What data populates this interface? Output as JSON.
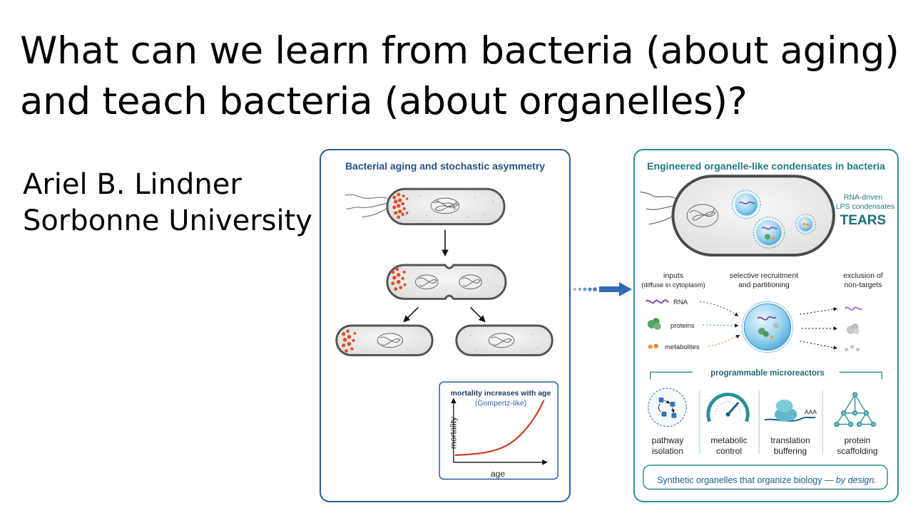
{
  "slide": {
    "title_line1": "What can we learn from bacteria (about aging)",
    "title_line2": "and teach bacteria (about organelles)?",
    "author": "Ariel B. Lindner",
    "affiliation": "Sorbonne University"
  },
  "left_panel": {
    "title": "Bacterial aging and stochastic asymmetry",
    "inset": {
      "title": "mortality increases with age",
      "subtitle": "(Gompertz-like)",
      "ylabel": "mortality",
      "xlabel": "age"
    }
  },
  "right_panel": {
    "title": "Engineered organelle-like condensates in bacteria",
    "cell_label_line1": "RNA-driven",
    "cell_label_line2": "LLPS condensates",
    "cell_label_big": "TEARS",
    "inputs_header_line1": "inputs",
    "inputs_header_line2": "(diffuse in cytoplasm)",
    "recruit_header_line1": "selective recruitment",
    "recruit_header_line2": "and partitioning",
    "exclusion_header_line1": "exclusion of",
    "exclusion_header_line2": "non-targets",
    "inputs": [
      "RNA",
      "proteins",
      "metabolites"
    ],
    "section_title": "programmable microreactors",
    "features": [
      {
        "line1": "pathway",
        "line2": "isolation"
      },
      {
        "line1": "metabolic",
        "line2": "control"
      },
      {
        "line1": "translation",
        "line2": "buffering"
      },
      {
        "line1": "protein",
        "line2": "scaffolding"
      }
    ],
    "aaa_label": "AAA",
    "footer_main": "Synthetic organelles that organize biology — ",
    "footer_emph": "by design."
  },
  "colors": {
    "left_border": "#2a5d9c",
    "right_border": "#2d8f96",
    "aggregate": "#e0502a",
    "curve": "#d0391c",
    "condensate": "#7bc4e8"
  }
}
